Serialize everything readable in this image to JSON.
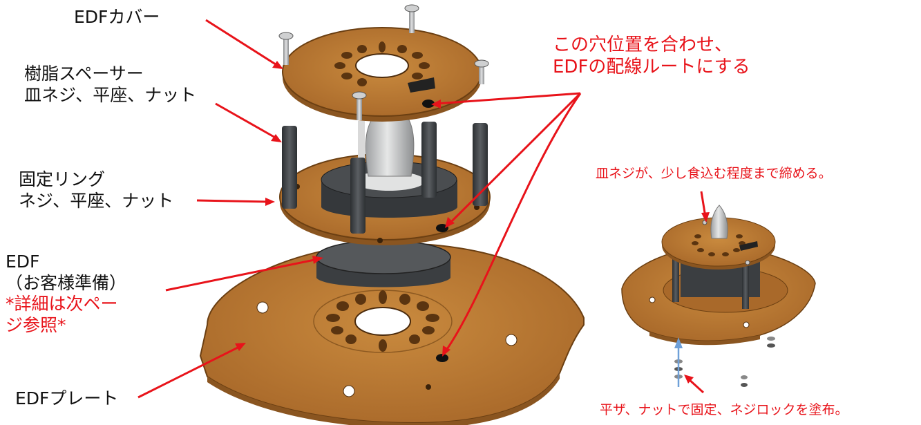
{
  "labels": {
    "edf_cover": "EDFカバー",
    "spacer_line1": "樹脂スペーサー",
    "spacer_line2": "皿ネジ、平座、ナット",
    "ring_line1": "固定リング",
    "ring_line2": "ネジ、平座、ナット",
    "edf_line1": "EDF",
    "edf_line2": "（お客様準備）",
    "detail_line1": "*詳細は次ペー",
    "detail_line2": "ジ参照*",
    "edf_plate": "EDFプレート",
    "hole_line1": "この穴位置を合わせ、",
    "hole_line2": "EDFの配線ルートにする",
    "screw_note": "皿ネジが、少し食込む程度まで締める。",
    "fix_note": "平ザ、ナットで固定、ネジロックを塗布。"
  },
  "colors": {
    "annotation_red": "#e8131a",
    "wood": "#b9792e",
    "wood_dark": "#7a4a18",
    "spacer": "#3f4347",
    "edf_body": "#4a4d50",
    "spinner": "#cfd0d0",
    "blue_arrow": "#6fa0d8"
  }
}
